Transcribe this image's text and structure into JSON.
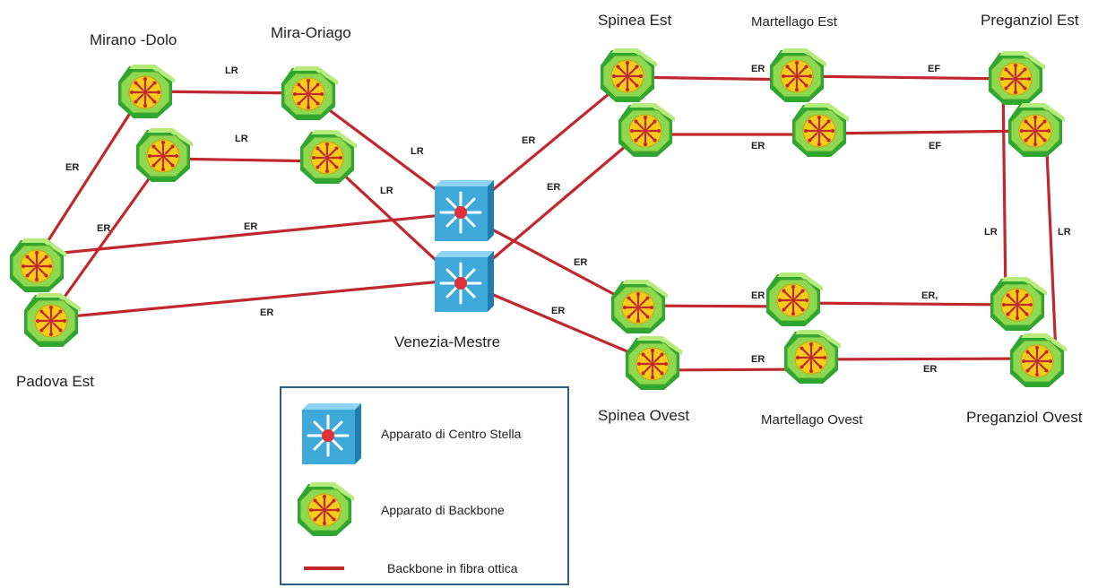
{
  "colors": {
    "link": "#c0282d",
    "backbone_outer": "#2fa62f",
    "backbone_face": "#8ed84f",
    "backbone_core": "#f2cc1a",
    "core_switch_face": "#3fa9d9",
    "core_switch_side": "#1e7cae",
    "core_switch_top": "#8fd3f2",
    "legend_border": "#2f5d8a"
  },
  "sites": {
    "mirano_dolo": "Mirano -Dolo",
    "mira_oriago": "Mira-Oriago",
    "padova_est": "Padova Est",
    "venezia_mestre": "Venezia-Mestre",
    "spinea_est": "Spinea Est",
    "spinea_ovest": "Spinea Ovest",
    "martellago_est": "Martellago Est",
    "martellago_ovest": "Martellago Ovest",
    "preganziol_est": "Preganziol Est",
    "preganziol_ovest": "Preganziol Ovest"
  },
  "link_labels": {
    "mirano_mira": "LR",
    "mirano_mira_2": "LR",
    "mirano_padova": "ER",
    "mirano_padova_2": "ER",
    "mira_venezia": "LR",
    "mira_venezia_2": "LR",
    "padova_venezia": "ER",
    "padova_venezia_2": "ER",
    "venezia_spinea_est": "ER",
    "venezia_spinea_est_2": "ER",
    "venezia_spinea_ovest": "ER",
    "venezia_spinea_ovest_2": "ER",
    "spinea_martellago_est": "ER",
    "spinea_martellago_est_2": "ER",
    "martellago_preganziol_est": "EF",
    "martellago_preganziol_est_2": "EF",
    "spinea_martellago_ovest": "ER",
    "spinea_martellago_ovest_2": "ER",
    "martellago_preganziol_ovest": "ER,",
    "martellago_preganziol_ovest_2": "ER",
    "preganziol_vertical": "LR",
    "preganziol_vertical_2": "LR"
  },
  "legend": {
    "core_switch": "Apparato  di Centro  Stella",
    "backbone_device": "Apparato di Backbone",
    "fiber_link": "Backbone in fibra ottica"
  }
}
